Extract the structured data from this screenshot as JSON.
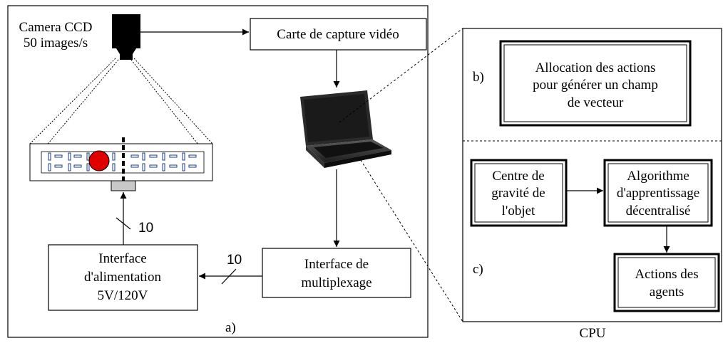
{
  "camera": {
    "line1": "Camera CCD",
    "line2": "50 images/s"
  },
  "capture_card": {
    "label": "Carte de capture vidéo"
  },
  "multiplex": {
    "line1": "Interface de",
    "line2": "multiplexage"
  },
  "power": {
    "line1": "Interface",
    "line2": "d'alimentation",
    "line3": "5V/120V"
  },
  "bus_widths": {
    "to_power": "10",
    "to_actuators": "10"
  },
  "panel_labels": {
    "a": "a)",
    "b": "b)",
    "c": "c)"
  },
  "allocation": {
    "line1": "Allocation des actions",
    "line2": "pour générer un champ",
    "line3": "de vecteur"
  },
  "gravity": {
    "line1": "Centre de",
    "line2": "gravité de",
    "line3": "l'objet"
  },
  "algorithm": {
    "line1": "Algorithme",
    "line2": "d'apprentissage",
    "line3": "décentralisé"
  },
  "actions": {
    "line1": "Actions des",
    "line2": "agents"
  },
  "cpu": {
    "label": "CPU"
  },
  "colors": {
    "object": "#e00000",
    "connector": "#c8c8c8",
    "screen": "#1a1a1a"
  }
}
